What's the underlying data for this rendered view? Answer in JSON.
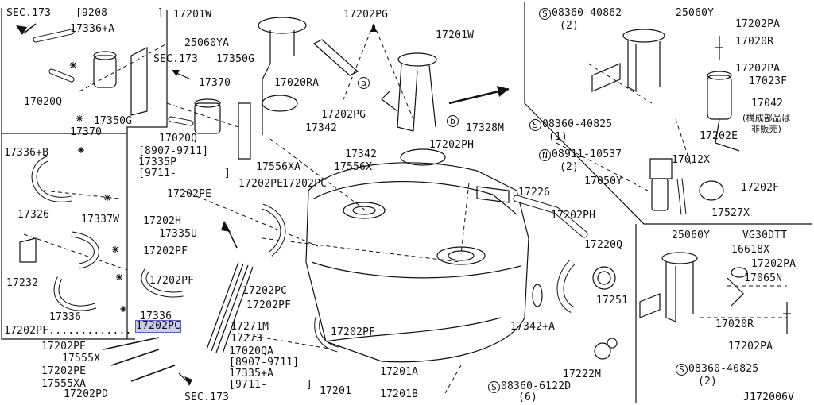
{
  "left_panel": {
    "header_sec": "SEC.173",
    "header_range": "[9208-",
    "header_close": "]"
  },
  "labels": {
    "p17336a": "17336+A",
    "p17020q": "17020Q",
    "p17370a": "17370",
    "p17350g": "17350G",
    "p17336b": "17336+B",
    "p17326": "17326",
    "p17337w": "17337W",
    "p17232": "17232",
    "p17336": "17336",
    "p17202pf_dots": "17202PF.............",
    "p17202pc_sel": "17202PC",
    "p17202pe_a": "17202PE",
    "p17555x": "17555X",
    "p17202pe_b": "17202PE",
    "p17555xa": "17555XA",
    "p17202pd": "17202PD",
    "sec173_bottom": "SEC.173",
    "sec173_mid": "SEC.173",
    "p17350g_top": "17350G",
    "p17370b": "17370",
    "p17020q_b": "17020Q",
    "range_8907": "[8907-9711]",
    "p17335p": "17335P",
    "range_9711": "[9711-",
    "close_b": "]",
    "p17201w_a": "17201W",
    "p17202pg_a": "17202PG",
    "p25060ya": "25060YA",
    "p17020ra": "17020RA",
    "p17201w_b": "17201W",
    "p17202pg_b": "17202PG",
    "p17342_a": "17342",
    "p17342_b": "17342",
    "p17556xa": "17556XA",
    "p17556x": "17556X",
    "p17202pe_c": "17202PE",
    "p17202pc_a": "17202PC",
    "p17202pe_d": "17202PE",
    "p17202h": "17202H",
    "p17335u": "17335U",
    "p17202pf_a": "17202PF",
    "p17202pf_b": "17202PF",
    "p17202pc_b": "17202PC",
    "p17202pf_c": "17202PF",
    "p17271m": "17271M",
    "p17273": "17273",
    "p17020qa": "17020QA",
    "range_8907b": "[8907-9711]",
    "p17335a": "17335+A",
    "range_9711b": "[9711-",
    "close_c": "]",
    "p17202pf_d": "17202PF",
    "p17201_main": "17201",
    "p17201a": "17201A",
    "p17201b": "17201B",
    "p17328m": "17328M",
    "p17202ph_a": "17202PH",
    "p17226": "17226",
    "p17202ph_b": "17202PH",
    "p17220q": "17220Q",
    "p17251": "17251",
    "p17342a": "17342+A",
    "p17222m": "17222M",
    "s08360_6122d": "08360-6122D",
    "qty6": "(6)",
    "s08360_40862": "08360-40862",
    "qty2a": "(2)",
    "p25060y_a": "25060Y",
    "p17202pa_a": "17202PA",
    "p17020r_a": "17020R",
    "p17202pa_b": "17202PA",
    "p17023f": "17023F",
    "p17042": "17042",
    "note1": "(構成部品は",
    "note2": "非販売)",
    "s08360_40825_a": "08360-40825",
    "qty1": "(1)",
    "n08911": "08911-10537",
    "qty2b": "(2)",
    "p17202e": "17202E",
    "p17012x": "17012X",
    "p17050y": "17050Y",
    "p17202f": "17202F",
    "p17527x": "17527X",
    "p25060y_b": "25060Y",
    "vg30dtt": "VG30DTT",
    "p16618x": "16618X",
    "p17202pa_c": "17202PA",
    "p17065n": "17065N",
    "p17020r_b": "17020R",
    "p17202pa_d": "17202PA",
    "s08360_40825_b": "08360-40825",
    "qty2c": "(2)",
    "diagram_id": "J172006V",
    "callout_a": "a",
    "callout_b": "b",
    "mark_s": "S",
    "mark_n": "N"
  }
}
